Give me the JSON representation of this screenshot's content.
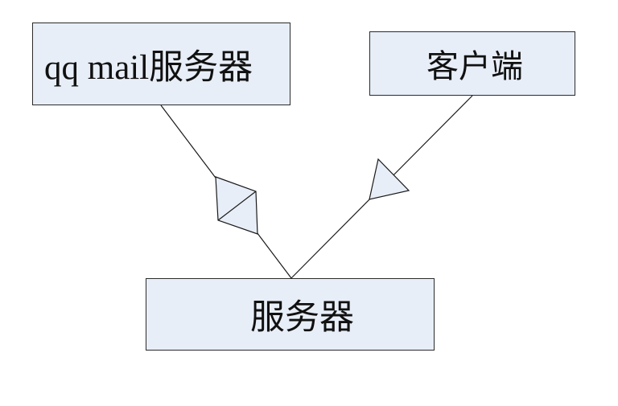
{
  "diagram": {
    "nodes": {
      "qq_mail_server": {
        "label": "qq mail服务器"
      },
      "client": {
        "label": "客户端"
      },
      "server": {
        "label": "服务器"
      }
    },
    "edges": [
      {
        "from": "qq_mail_server",
        "to": "server",
        "end_marker": "diamond"
      },
      {
        "from": "server",
        "to": "client",
        "end_marker": "triangle"
      }
    ],
    "colors": {
      "node_fill": "#e8eef7",
      "node_border": "#2b2b2b",
      "line": "#1a1a1a",
      "marker_fill": "#e8eef7"
    }
  }
}
